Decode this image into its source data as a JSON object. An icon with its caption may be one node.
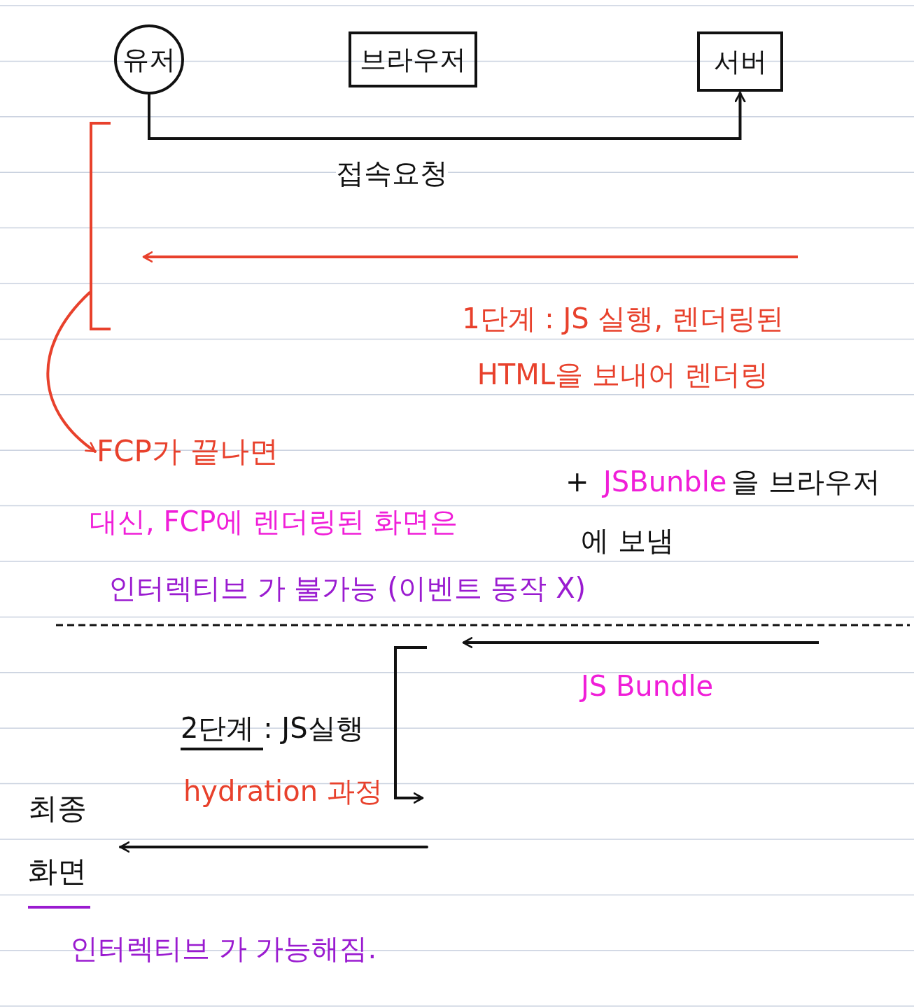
{
  "diagram": {
    "nodes": [
      {
        "text": [
          "유저"
        ]
      },
      {
        "text": [
          "브라우저"
        ]
      },
      {
        "text": [
          "서버"
        ]
      },
      {
        "text": [
          "FCP가 끝나면"
        ]
      },
      {
        "text": [
          "최종 화면"
        ]
      },
      {
        "text": [],
        "shape": "bracket"
      }
    ],
    "edges": [
      {
        "from": 0,
        "to": 2,
        "arrow": "to",
        "label": "접속요청"
      },
      {
        "from": 5,
        "to": 3,
        "arrow": "to",
        "color": "#e8412c"
      },
      {
        "from": null,
        "to": 4,
        "arrow": "to"
      }
    ],
    "labels": [
      "1단계 : JS 실행, 렌더링된 HTML을 보내어 렌더링",
      "+",
      "JSBunble",
      "을 브라우저",
      "에 보냄",
      "대신, FCP에 렌더링된 화면은",
      "인터렉티브 가 불가능 (이벤트 동작 X)",
      "JS Bundle",
      "2단계 : JS실행",
      "hydration 과정",
      "인터렉티브 가 가능해짐."
    ]
  }
}
